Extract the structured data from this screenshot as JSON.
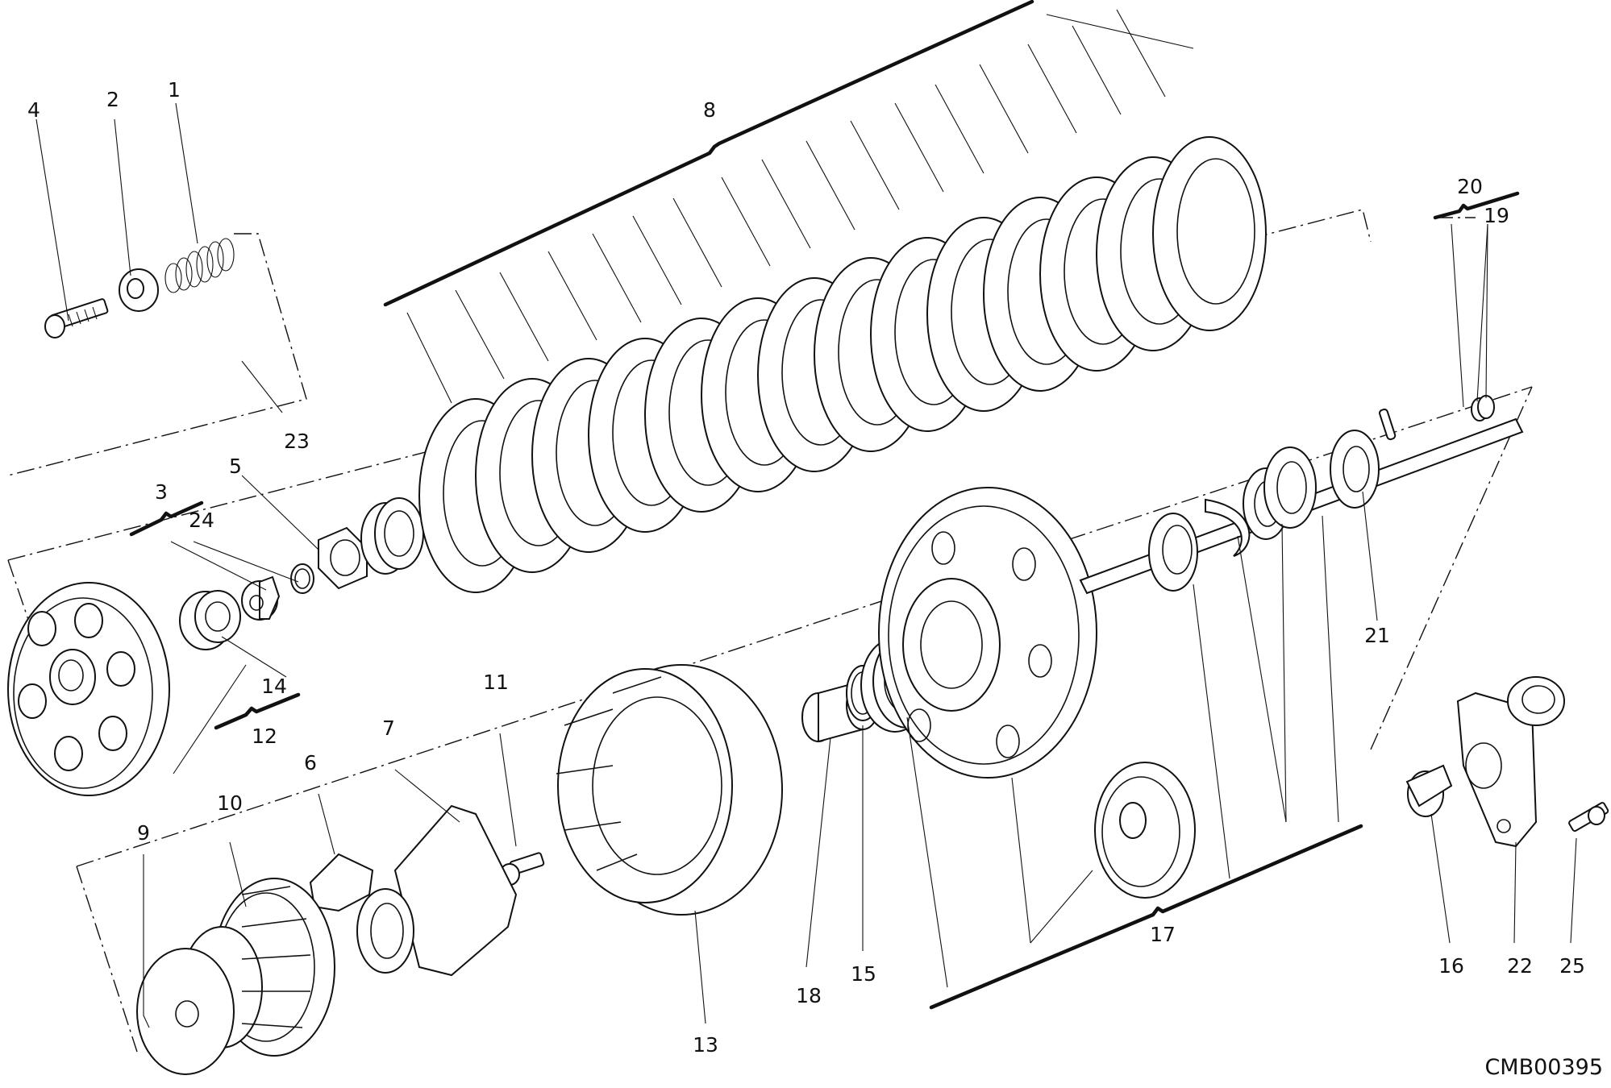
{
  "diagram": {
    "drawing_code": "CMB00395",
    "callouts": {
      "n1": "1",
      "n2": "2",
      "n3": "3",
      "n4": "4",
      "n5": "5",
      "n6": "6",
      "n7": "7",
      "n8": "8",
      "n9": "9",
      "n10": "10",
      "n11": "11",
      "n12": "12",
      "n13": "13",
      "n14": "14",
      "n15": "15",
      "n16": "16",
      "n17": "17",
      "n18": "18",
      "n19": "19",
      "n20": "20",
      "n21": "21",
      "n22": "22",
      "n23": "23",
      "n24": "24",
      "n25": "25"
    }
  }
}
